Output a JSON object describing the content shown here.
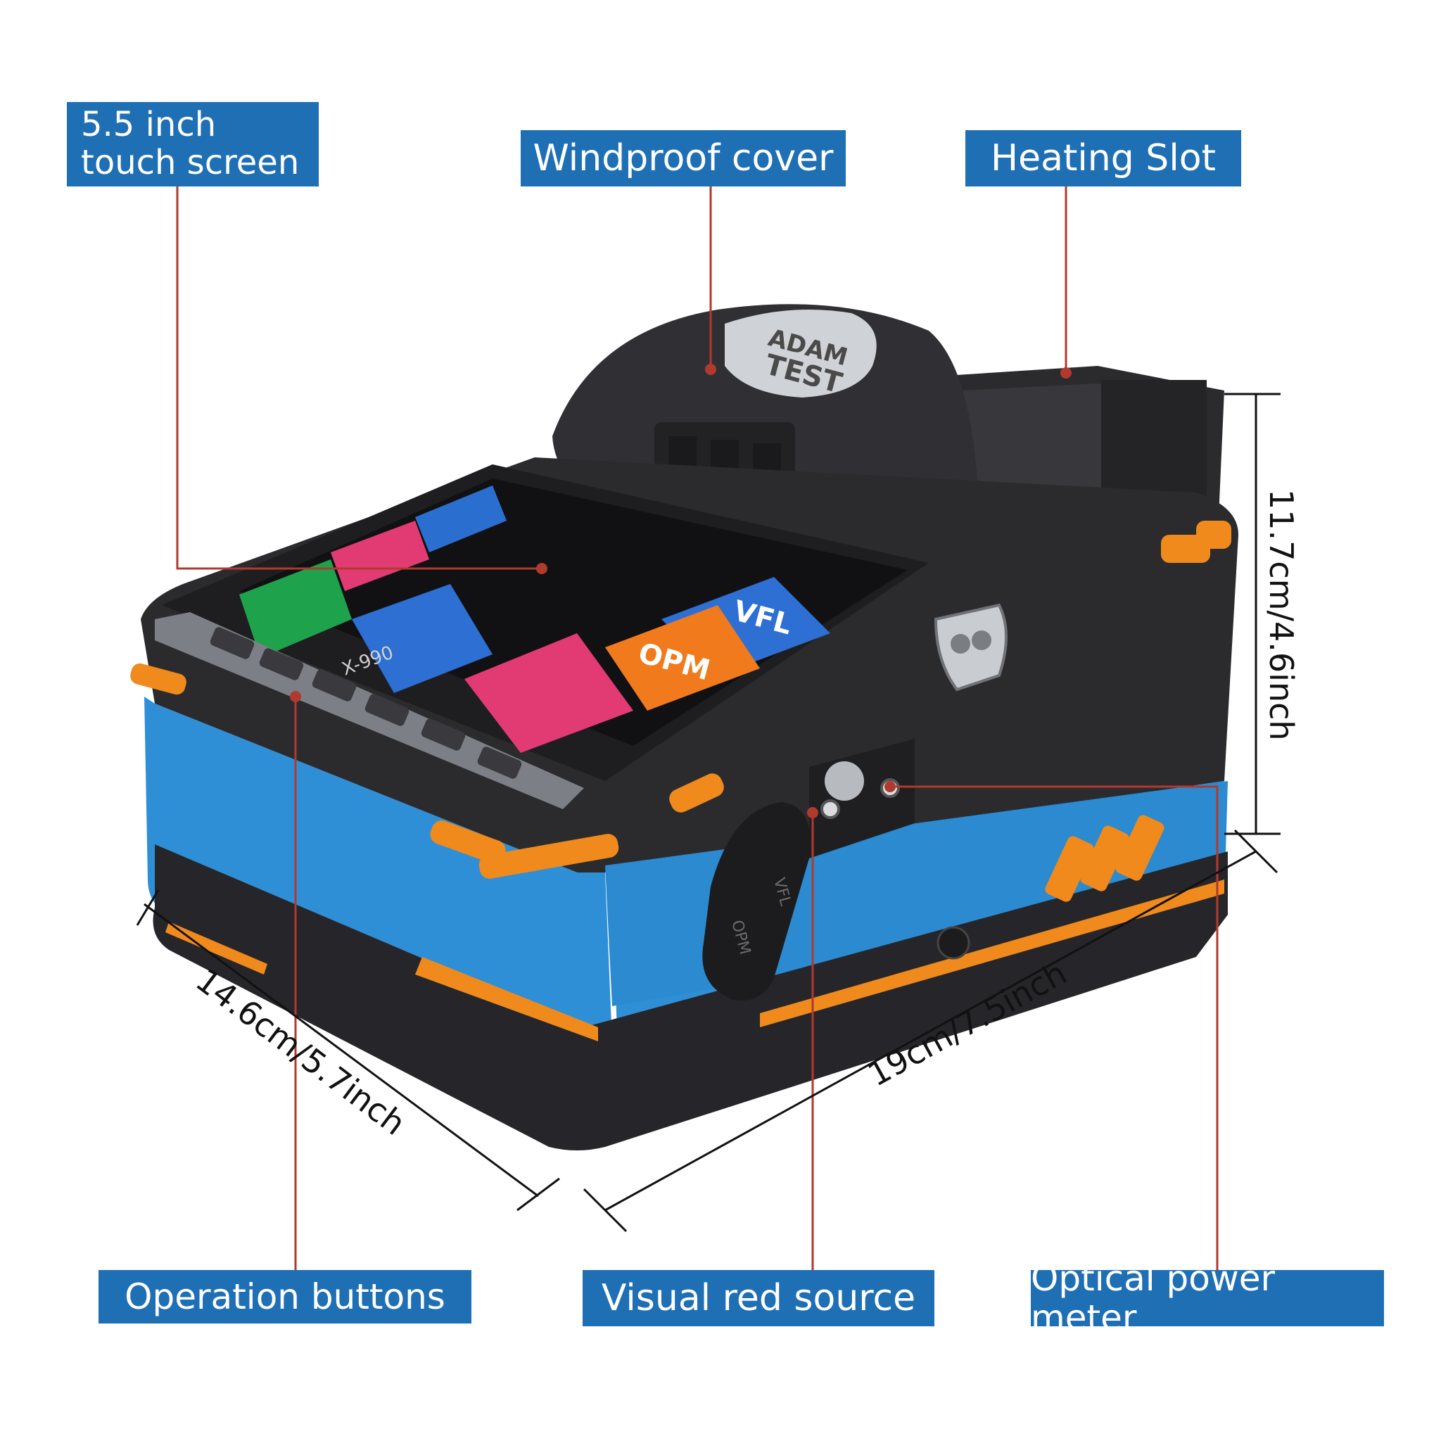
{
  "callouts": {
    "touch_screen": "5.5 inch\ntouch screen",
    "windproof_cover": "Windproof cover",
    "heating_slot": "Heating Slot",
    "operation_buttons": "Operation buttons",
    "visual_red_source": "Visual red source",
    "optical_power_meter": "Optical power meter"
  },
  "dimensions": {
    "height": "11.7cm/4.6inch",
    "length": "19cm/7.5inch",
    "depth": "14.6cm/5.7inch"
  },
  "device": {
    "model": "X-990",
    "brand_top": "ADAM",
    "brand_bottom": "TEST",
    "port_label": "OPM",
    "port_label2": "VFL",
    "screen_tiles": {
      "vfl": "VFL",
      "opm": "OPM"
    }
  },
  "colors": {
    "callout_bg": "#1f6fb5",
    "device_blue": "#2f8fd6",
    "device_orange": "#f08a1c",
    "device_black": "#2b2b2e",
    "leader_red": "#b03a2e"
  }
}
